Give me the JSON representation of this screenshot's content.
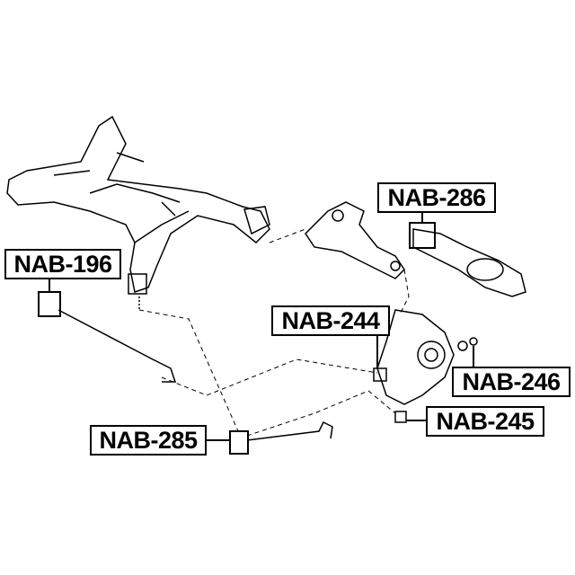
{
  "labels": {
    "nab286": "NAB-286",
    "nab196": "NAB-196",
    "nab244": "NAB-244",
    "nab246": "NAB-246",
    "nab245": "NAB-245",
    "nab285": "NAB-285"
  },
  "colors": {
    "line": "#000000",
    "background": "#ffffff"
  }
}
